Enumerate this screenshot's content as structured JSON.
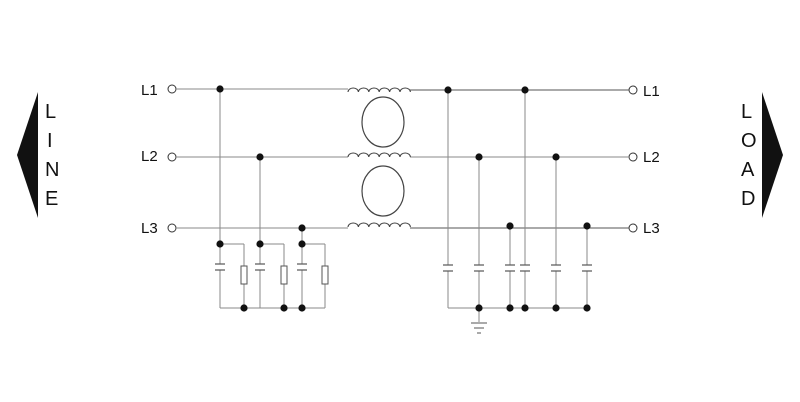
{
  "side_labels": {
    "line": [
      "L",
      "I",
      "N",
      "E"
    ],
    "load": [
      "L",
      "O",
      "A",
      "D"
    ]
  },
  "lines": {
    "left": [
      "L1",
      "L2",
      "L3"
    ],
    "right": [
      "L1",
      "L2",
      "L3"
    ]
  },
  "colors": {
    "ink": "#111111",
    "wire": "#8a8a8a"
  }
}
